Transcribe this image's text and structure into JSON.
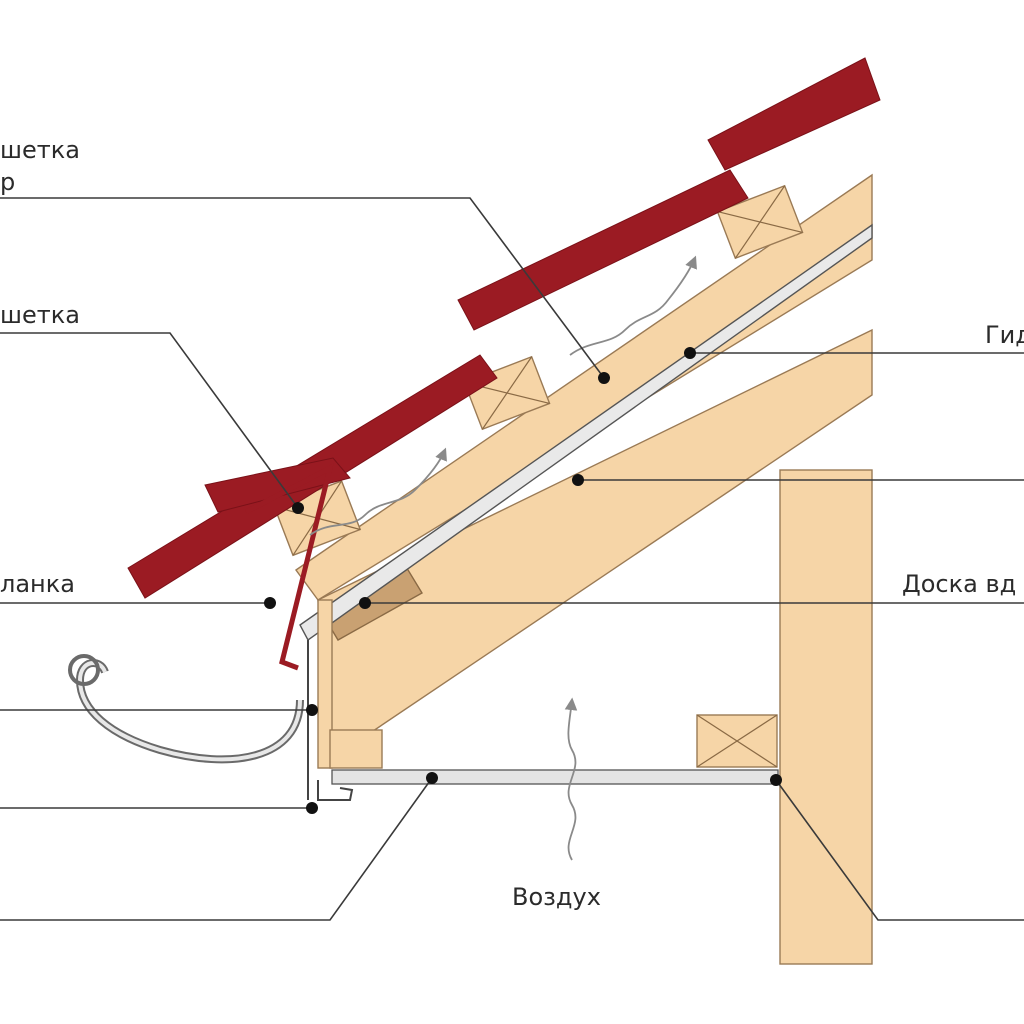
{
  "labels": {
    "counter_batten": "шетка",
    "counter_batten_line2": "р",
    "batten": "шетка",
    "drip_edge": "ланка",
    "waterproofing": "Гид",
    "board": "Доска вд",
    "air": "Воздух"
  },
  "colors": {
    "tile": "#9b1b23",
    "wood": "#f6d5a7",
    "wood_dark": "#c9a172",
    "leader": "#3a3a3a",
    "air_arrow": "#8a8a8a"
  }
}
